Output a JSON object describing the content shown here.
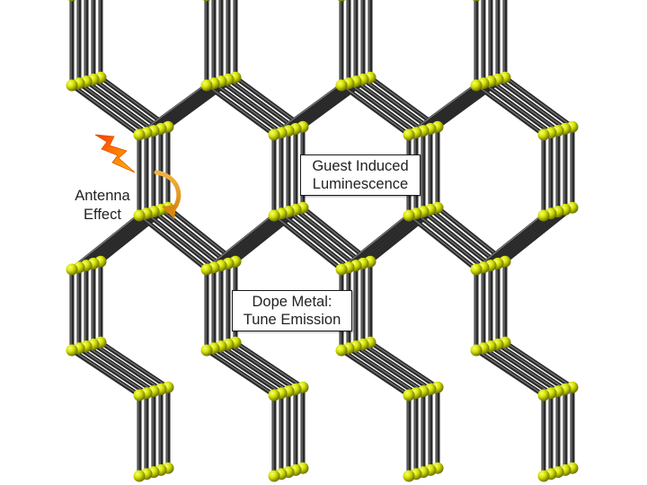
{
  "labels": {
    "guest_line1": "Guest Induced",
    "guest_line2": "Luminescence",
    "dope_line1": "Dope Metal:",
    "dope_line2": "Tune Emission",
    "antenna_line1": "Antenna",
    "antenna_line2": "Effect"
  },
  "colors": {
    "rod": "#2a2a2a",
    "rod_highlight": "#9a9a9a",
    "atom": "#c8d800",
    "atom_highlight": "#f6ff7a",
    "atom_shadow": "#6a7000",
    "bolt_top": "#ff3a00",
    "bolt_bottom": "#ffc000",
    "arrow": "#f0a020"
  },
  "icons": {
    "bolt": "lightning-bolt-icon",
    "arrow": "curved-arrow-icon"
  }
}
